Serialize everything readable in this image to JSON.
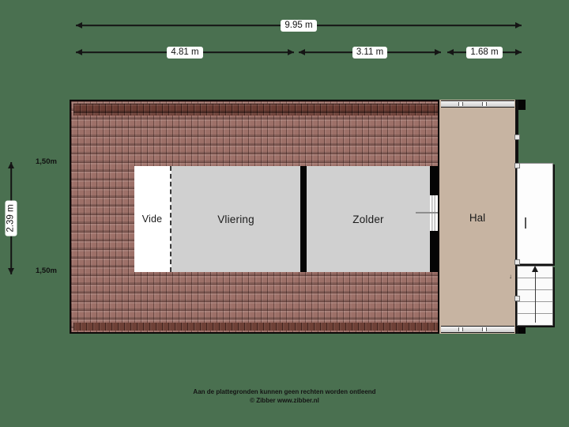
{
  "meta": {
    "background_color": "#4a7050",
    "plan_type": "floor-plan",
    "floor": "attic"
  },
  "dimensions": {
    "top_overall": {
      "label": "9.95 m",
      "value": 9.95,
      "unit": "m"
    },
    "top_segments": [
      {
        "label": "4.81 m",
        "value": 4.81,
        "unit": "m"
      },
      {
        "label": "3.11 m",
        "value": 3.11,
        "unit": "m"
      },
      {
        "label": "1.68 m",
        "value": 1.68,
        "unit": "m"
      }
    ],
    "left_overall": {
      "label": "2.39 m",
      "value": 2.39,
      "unit": "m"
    },
    "left_notes": [
      {
        "label": "1,50m"
      },
      {
        "label": "1,50m"
      }
    ]
  },
  "rooms": [
    {
      "key": "vide",
      "label": "Vide",
      "fill": "#ffffff"
    },
    {
      "key": "vliering",
      "label": "Vliering",
      "fill": "#d0d0d0"
    },
    {
      "key": "zolder",
      "label": "Zolder",
      "fill": "#d0d0d0"
    },
    {
      "key": "hal",
      "label": "Hal",
      "fill": "#c7b4a2"
    }
  ],
  "roof": {
    "tile_color": "#9d7068",
    "ridge_color": "#6b3c33",
    "outline_color": "#0d0a09"
  },
  "caption": {
    "line1": "Aan de plattegronden kunnen geen rechten worden ontleend",
    "line2": "© Zibber www.zibber.nl"
  },
  "icons": {
    "stair_direction": "up-arrow-icon",
    "dimension_arrow": "double-arrow-icon"
  }
}
